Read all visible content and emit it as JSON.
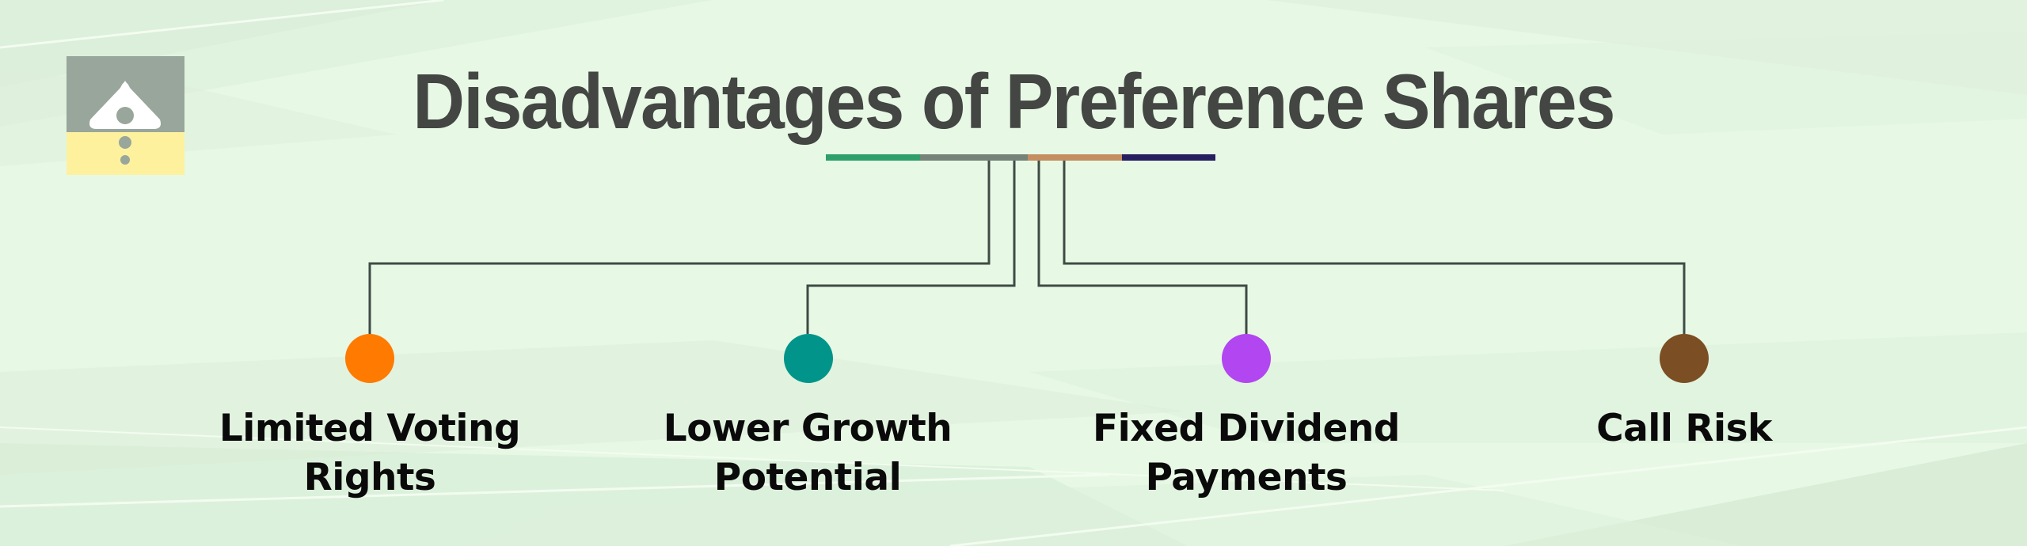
{
  "title": "Disadvantages of Preference Shares",
  "logo": {
    "icon": "warning-triangle-icon",
    "top_color": "#98a69b",
    "bottom_color": "#fdf19e",
    "glyph_color": "#ffffff"
  },
  "underline": {
    "segments": [
      {
        "color": "#2e9e6b"
      },
      {
        "color": "#758277"
      },
      {
        "color": "#c58e60"
      },
      {
        "color": "#261e5e"
      }
    ]
  },
  "connector_color": "#3f4b45",
  "items": [
    {
      "line1": "Limited Voting",
      "line2": "Rights",
      "color": "#ff7a00"
    },
    {
      "line1": "Lower Growth",
      "line2": "Potential",
      "color": "#00948a"
    },
    {
      "line1": "Fixed Dividend",
      "line2": "Payments",
      "color": "#b246f0"
    },
    {
      "line1": "Call Risk",
      "line2": "",
      "color": "#7b4e23"
    }
  ]
}
